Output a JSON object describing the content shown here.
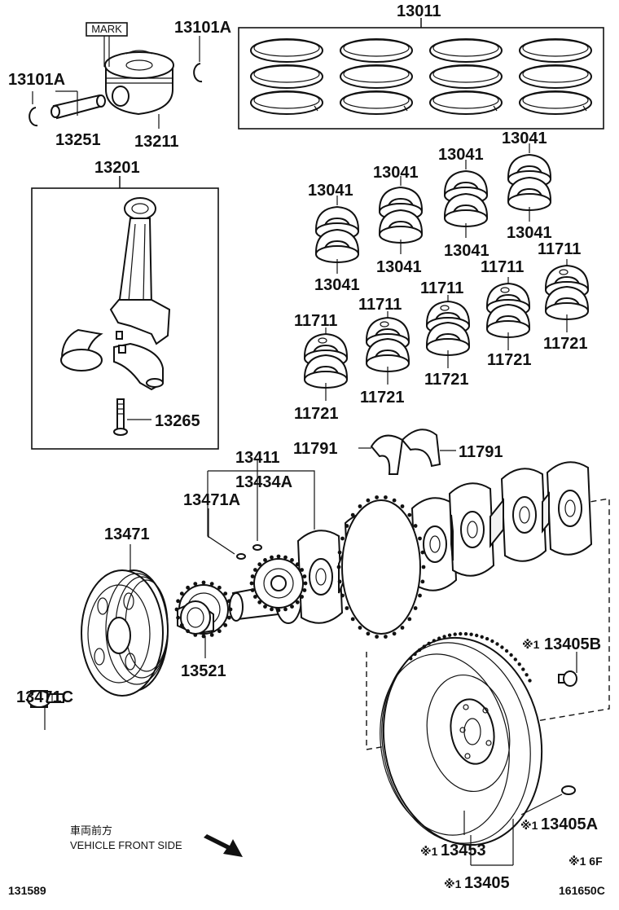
{
  "diagram": {
    "labels": {
      "mark": "MARK",
      "p13011": "13011",
      "p13101A_left": "13101A",
      "p13101A_right": "13101A",
      "p13251": "13251",
      "p13211": "13211",
      "p13201": "13201",
      "p13265": "13265",
      "p13041_a": "13041",
      "p13041_b": "13041",
      "p13041_c": "13041",
      "p13041_d": "13041",
      "p13041_e": "13041",
      "p13041_f": "13041",
      "p13041_g": "13041",
      "p13041_h": "13041",
      "p11711_a": "11711",
      "p11711_b": "11711",
      "p11711_c": "11711",
      "p11711_d": "11711",
      "p11711_e": "11711",
      "p11721_a": "11721",
      "p11721_b": "11721",
      "p11721_c": "11721",
      "p11721_d": "11721",
      "p11721_e": "11721",
      "p11791_left": "11791",
      "p11791_right": "11791",
      "p13411": "13411",
      "p13434A": "13434A",
      "p13471A": "13471A",
      "p13471": "13471",
      "p13521": "13521",
      "p13471C": "13471C",
      "p13405B": "13405B",
      "p13405A": "13405A",
      "p13453": "13453",
      "p13405": "13405",
      "note_mark_13405B": "※1",
      "note_mark_13405A": "※1",
      "note_mark_13453": "※1",
      "note_mark_13405": "※1",
      "footnote": "※1 6F"
    },
    "front_direction": {
      "japanese": "車両前方",
      "english": "VEHICLE FRONT SIDE"
    },
    "footer": {
      "left_code": "131589",
      "right_code": "161650C"
    }
  }
}
